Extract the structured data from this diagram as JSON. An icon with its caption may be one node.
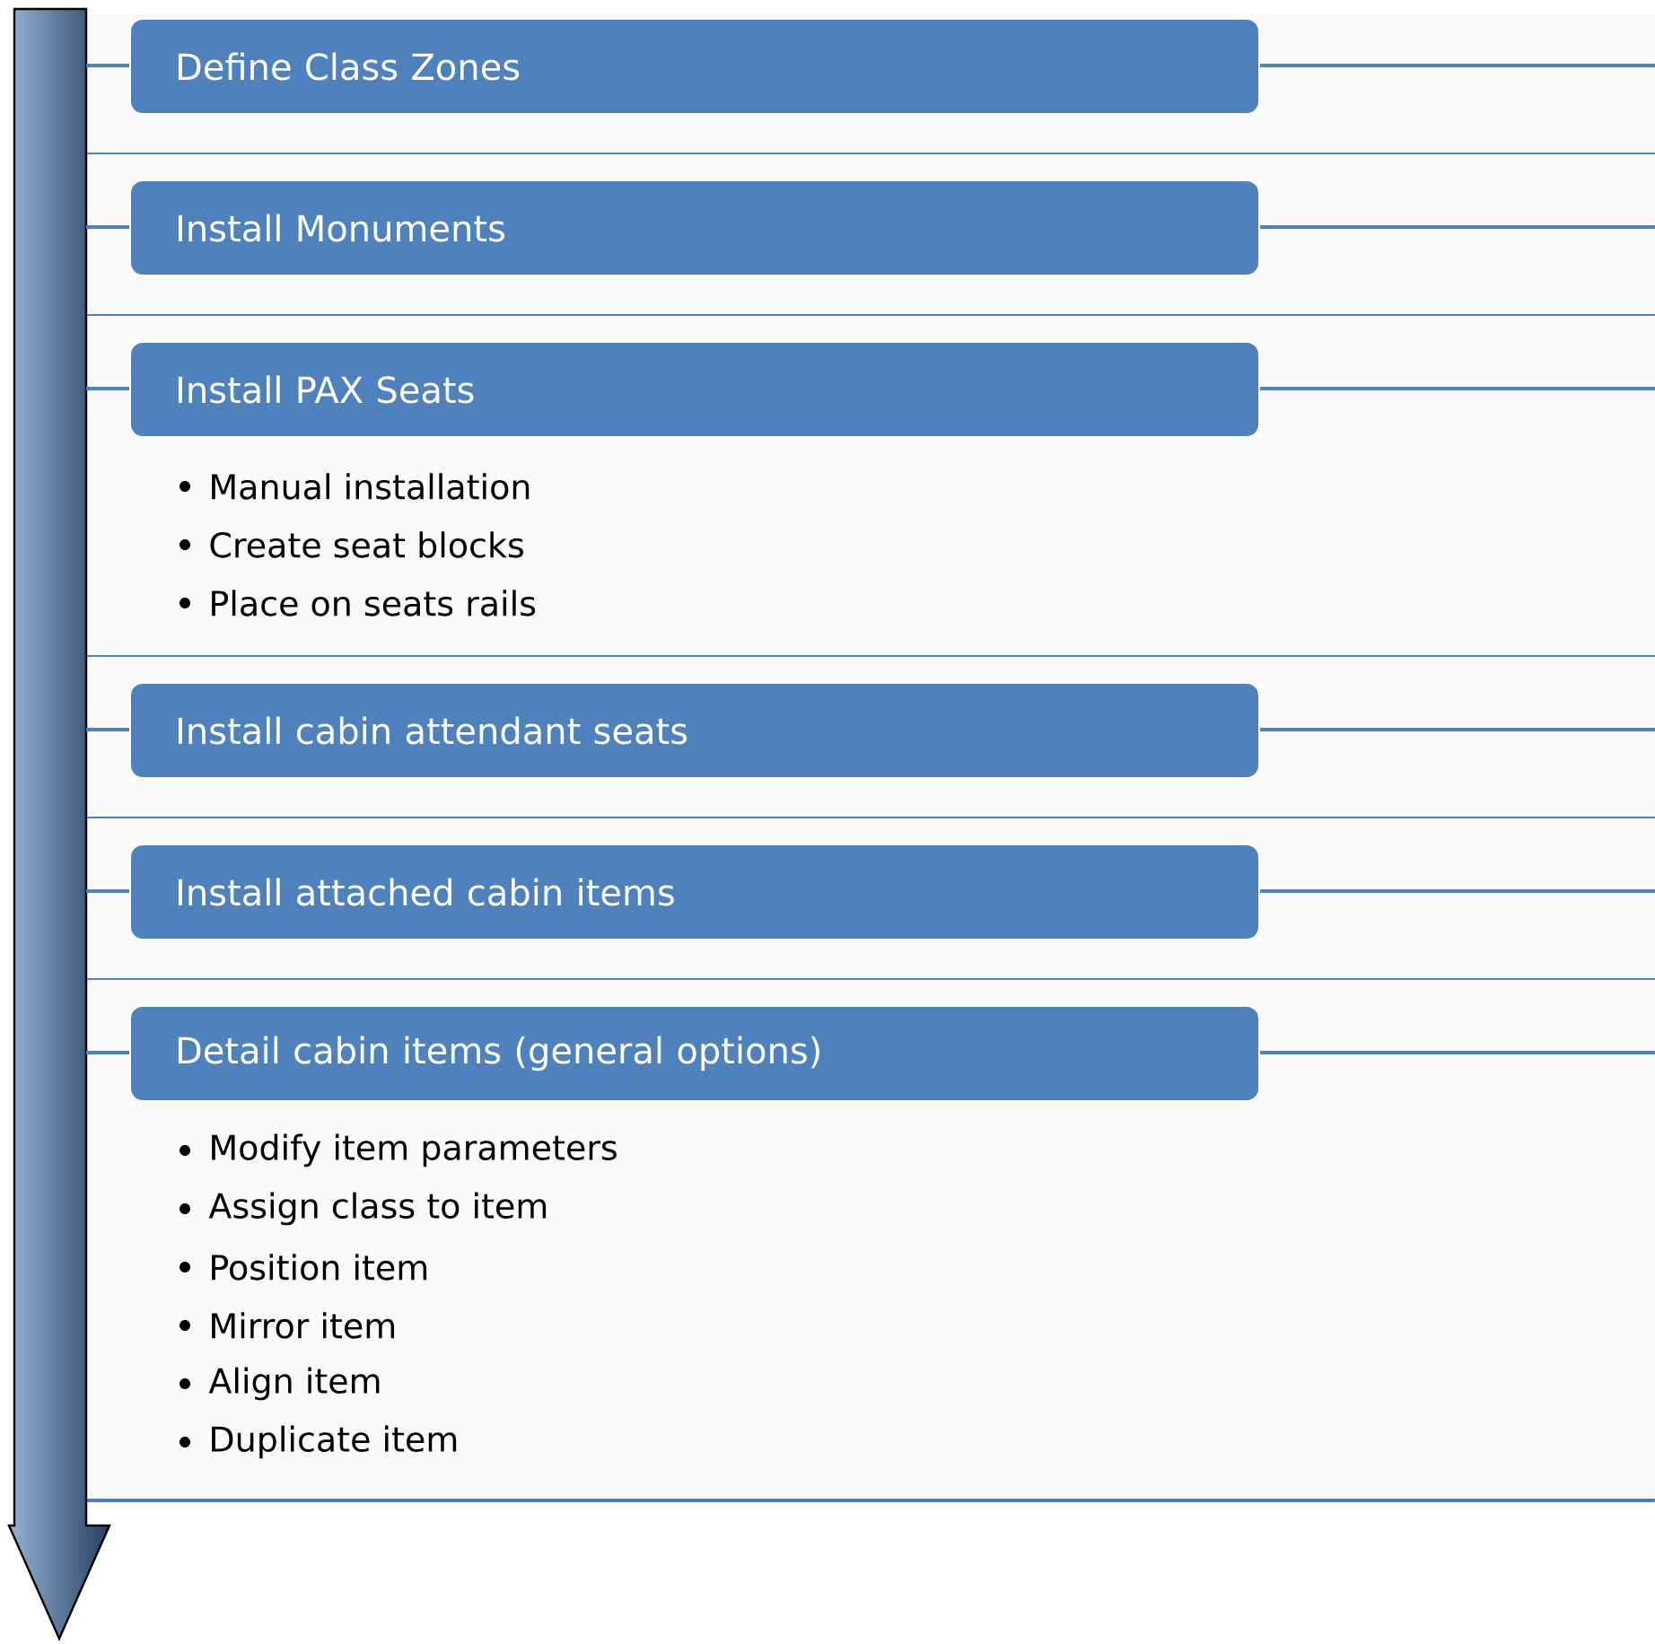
{
  "diagram": {
    "nodes": [
      {
        "text": [
          "Define Class Zones"
        ]
      },
      {
        "text": [
          "Install Monuments"
        ]
      },
      {
        "text": [
          "Install PAX Seats"
        ],
        "beside": [
          "Manual installation",
          "Create seat blocks",
          "Place on seats rails"
        ]
      },
      {
        "text": [
          "Install cabin attendant seats"
        ]
      },
      {
        "text": [
          "Install attached cabin items"
        ]
      },
      {
        "text": [
          "Detail cabin items (general options)"
        ],
        "beside": [
          "Modify item parameters",
          "Assign class to item",
          "Position item",
          "Mirror item",
          "Align item",
          "Duplicate item"
        ]
      }
    ]
  }
}
